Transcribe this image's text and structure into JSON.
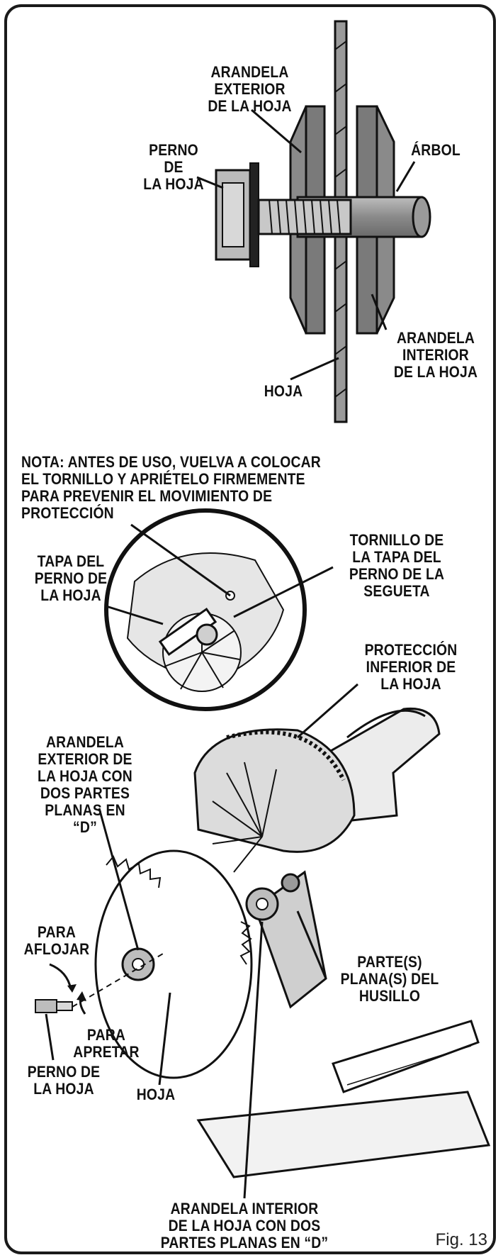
{
  "labels": {
    "arandela_exterior": "ARANDELA\nEXTERIOR\nDE LA HOJA",
    "perno_top": "PERNO DE\nLA HOJA",
    "arbol": "ÁRBOL",
    "arandela_interior": "ARANDELA\nINTERIOR\nDE LA HOJA",
    "hoja_top": "HOJA",
    "nota": "NOTA: ANTES DE USO, VUELVA A COLOCAR\nEL TORNILLO Y APRIÉTELO FIRMEMENTE\nPARA PREVENIR EL MOVIMIENTO DE\nPROTECCIÓN",
    "tapa_perno": "TAPA DEL\nPERNO DE\nLA HOJA",
    "tornillo_tapa": "TORNILLO DE\nLA TAPA DEL\nPERNO DE LA\nSEGUETA",
    "proteccion_inferior": "PROTECCIÓN\nINFERIOR DE\nLA HOJA",
    "arandela_exterior_d": "ARANDELA\nEXTERIOR DE\nLA HOJA CON\nDOS PARTES\nPLANAS EN\n“D”",
    "para_aflojar": "PARA\nAFLOJAR",
    "para_apretar": "PARA\nAPRETAR",
    "partes_planas": "PARTE(S)\nPLANA(S) DEL\nHUSILLO",
    "perno_bottom": "PERNO DE\nLA HOJA",
    "hoja_bottom": "HOJA",
    "arandela_interior_d": "ARANDELA INTERIOR\nDE LA HOJA CON DOS\nPARTES PLANAS EN “D”"
  },
  "figure_caption": "Fig. 13"
}
